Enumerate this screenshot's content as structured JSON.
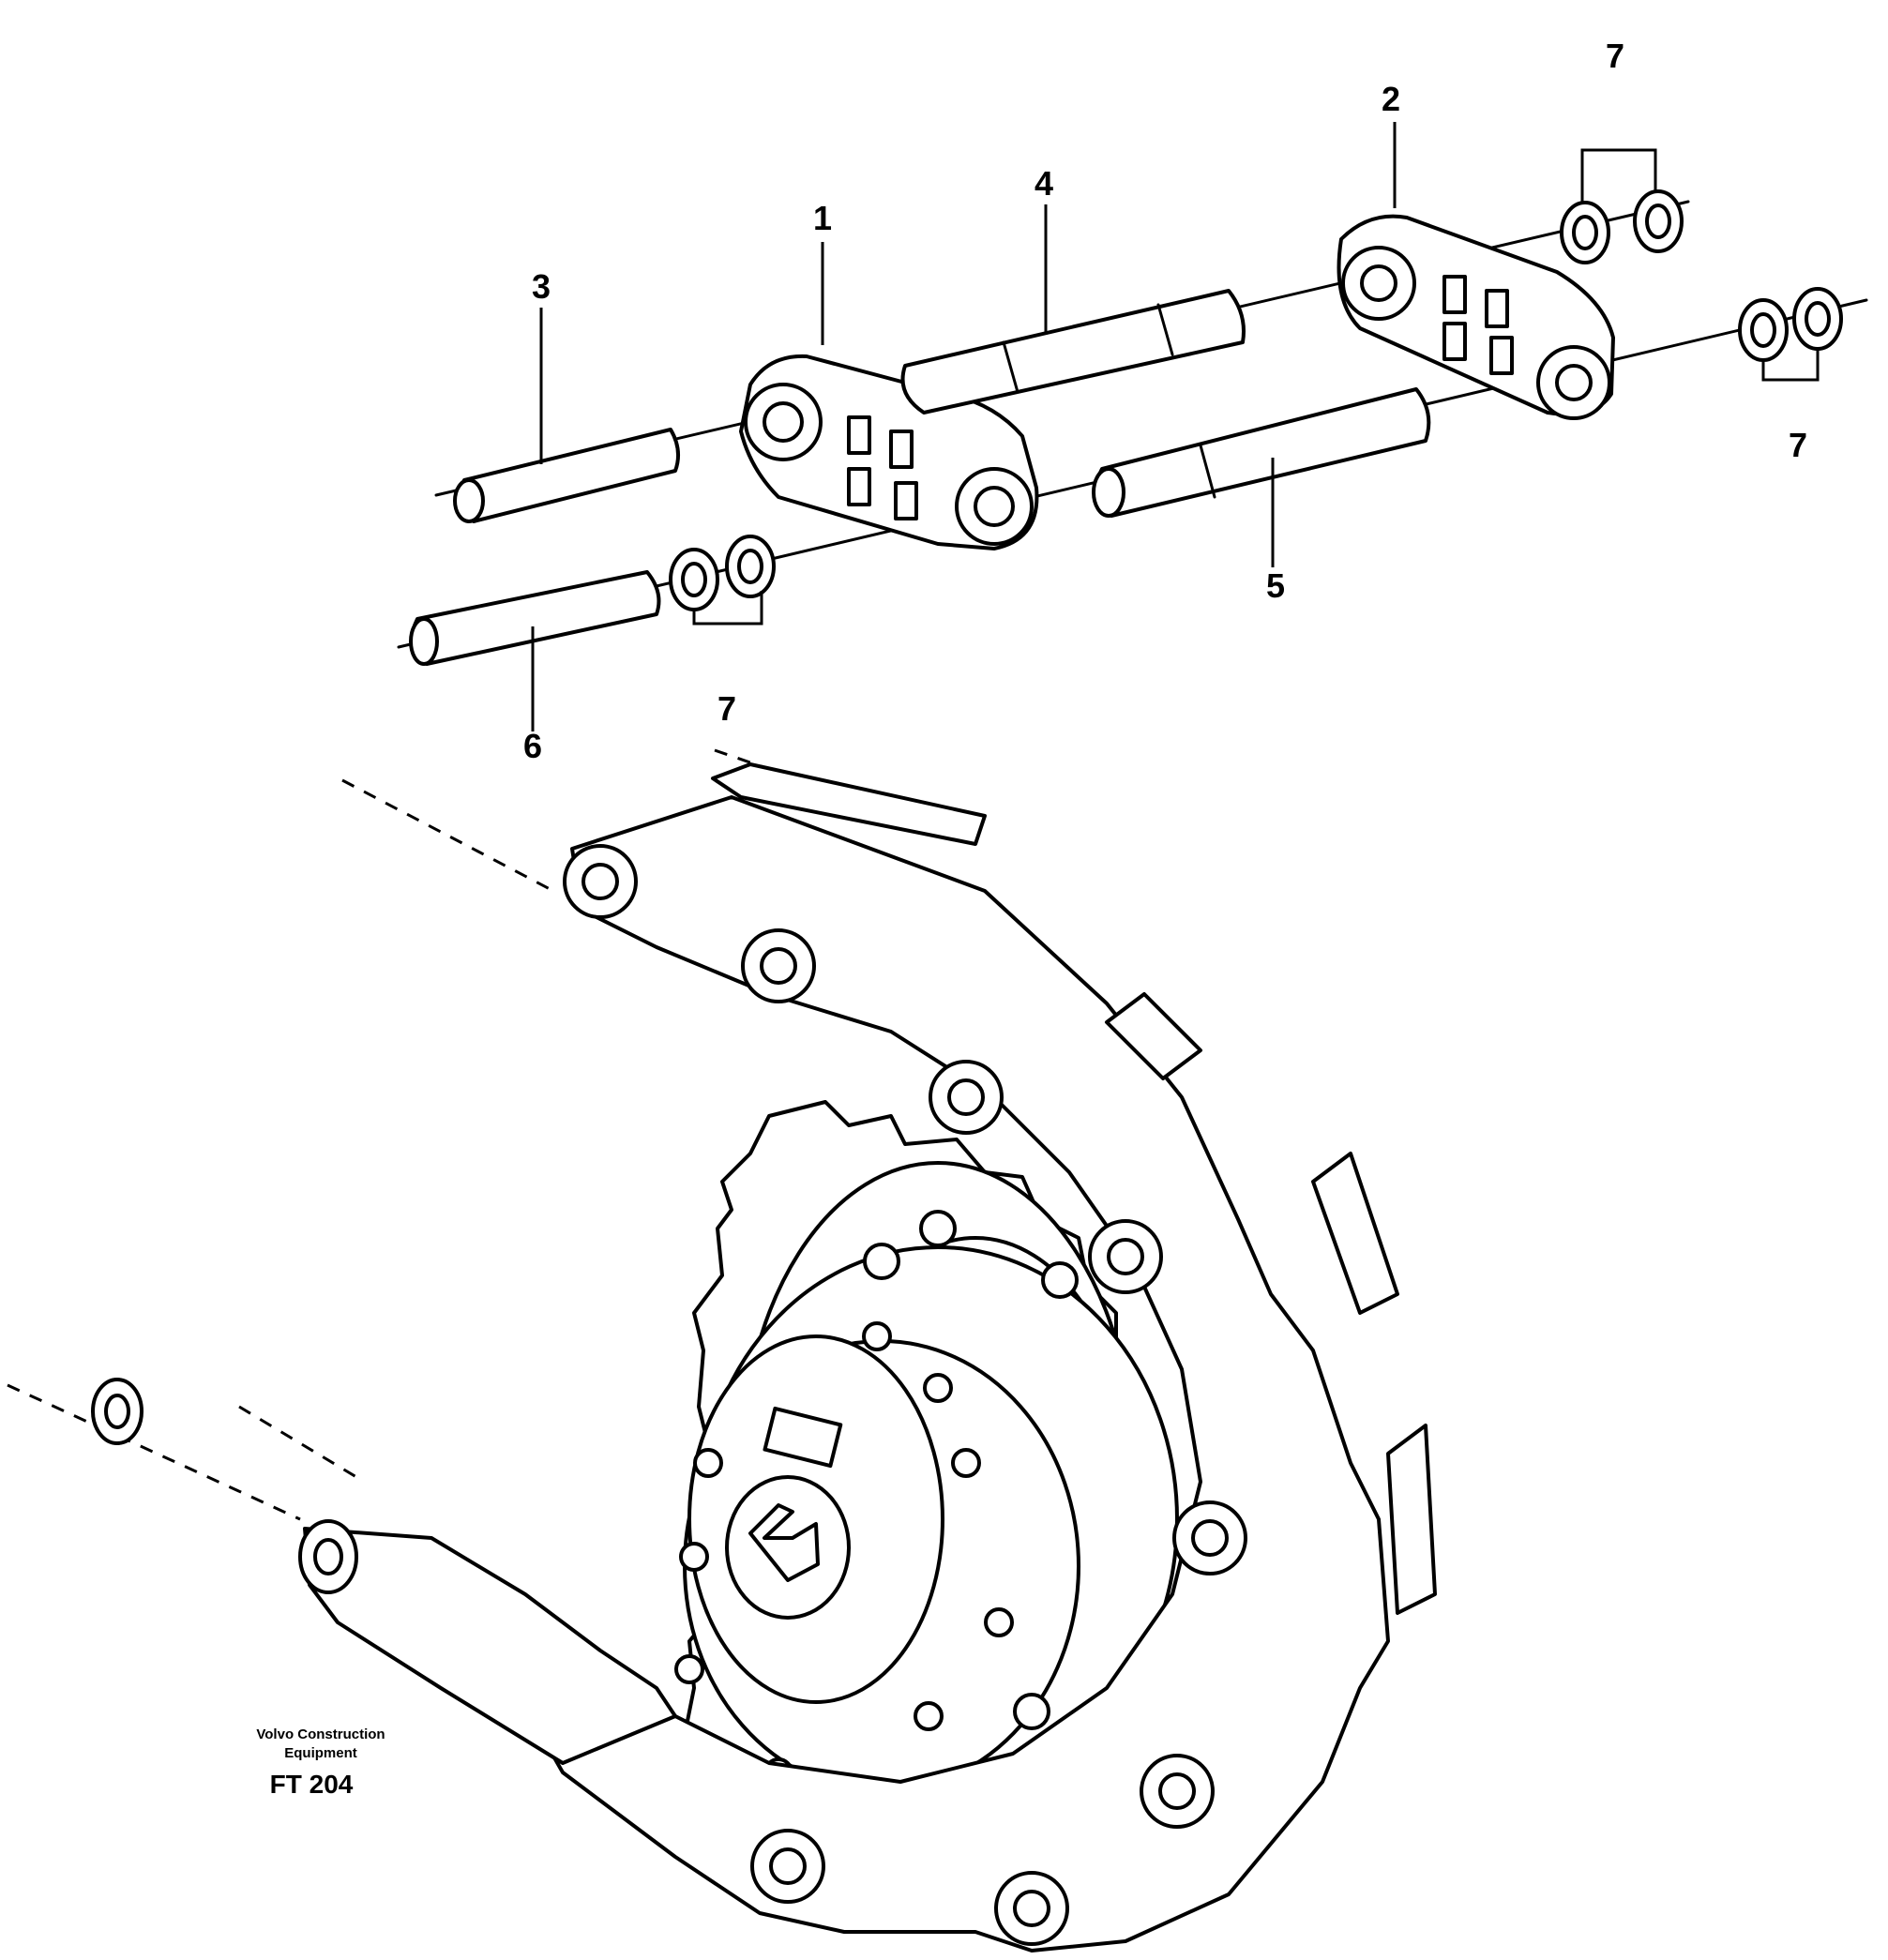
{
  "diagram": {
    "callouts": [
      "1",
      "2",
      "3",
      "4",
      "5",
      "6",
      "7",
      "7",
      "7"
    ],
    "stamp": {
      "company_line1": "Volvo Construction",
      "company_line2": "Equipment",
      "code": "FT 204"
    }
  }
}
